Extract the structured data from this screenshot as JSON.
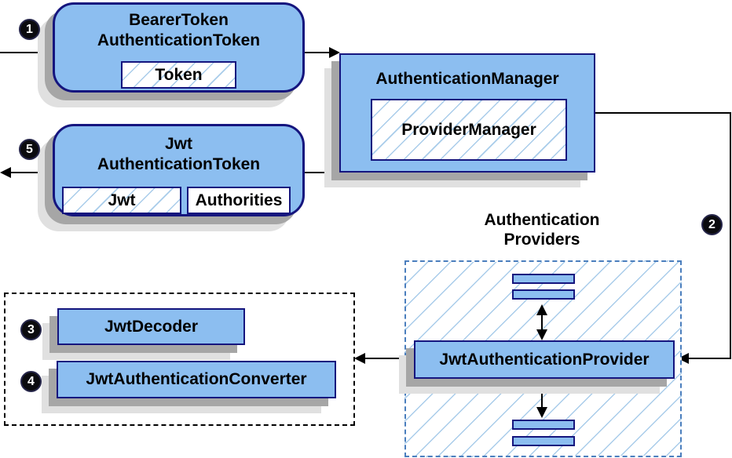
{
  "nodes": {
    "bearer_token": {
      "title_line1": "BearerToken",
      "title_line2": "AuthenticationToken",
      "field": "Token"
    },
    "authentication_manager": {
      "title": "AuthenticationManager",
      "field": "ProviderManager"
    },
    "jwt_authentication_token": {
      "title_line1": "Jwt",
      "title_line2": "AuthenticationToken",
      "field1": "Jwt",
      "field2": "Authorities"
    },
    "jwt_authentication_provider": {
      "title": "JwtAuthenticationProvider"
    },
    "jwt_decoder": {
      "title": "JwtDecoder"
    },
    "jwt_authentication_converter": {
      "title": "JwtAuthenticationConverter"
    }
  },
  "labels": {
    "providers_line1": "Authentication",
    "providers_line2": "Providers"
  },
  "steps": {
    "s1": "1",
    "s2": "2",
    "s3": "3",
    "s4": "4",
    "s5": "5"
  },
  "colors": {
    "node_fill": "#8CBEF0",
    "node_border": "#15157E",
    "hatch_line": "#A9CCEA",
    "providers_group_border": "#4A7EBD",
    "helpers_group_border": "#000000",
    "line": "#000000",
    "shadow_dark": "#A6A6A6",
    "shadow_light": "#E0E0E0",
    "step_badge_bg": "#0B0B0F",
    "step_badge_text": "#FFFFFF"
  }
}
